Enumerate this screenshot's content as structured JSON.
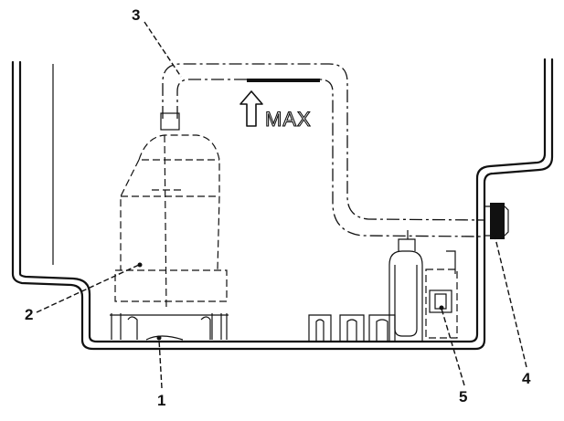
{
  "max_mark": "MAX",
  "callouts": [
    "1",
    "2",
    "3",
    "4",
    "5"
  ],
  "colors": {
    "line": "#111111",
    "background": "#ffffff"
  }
}
